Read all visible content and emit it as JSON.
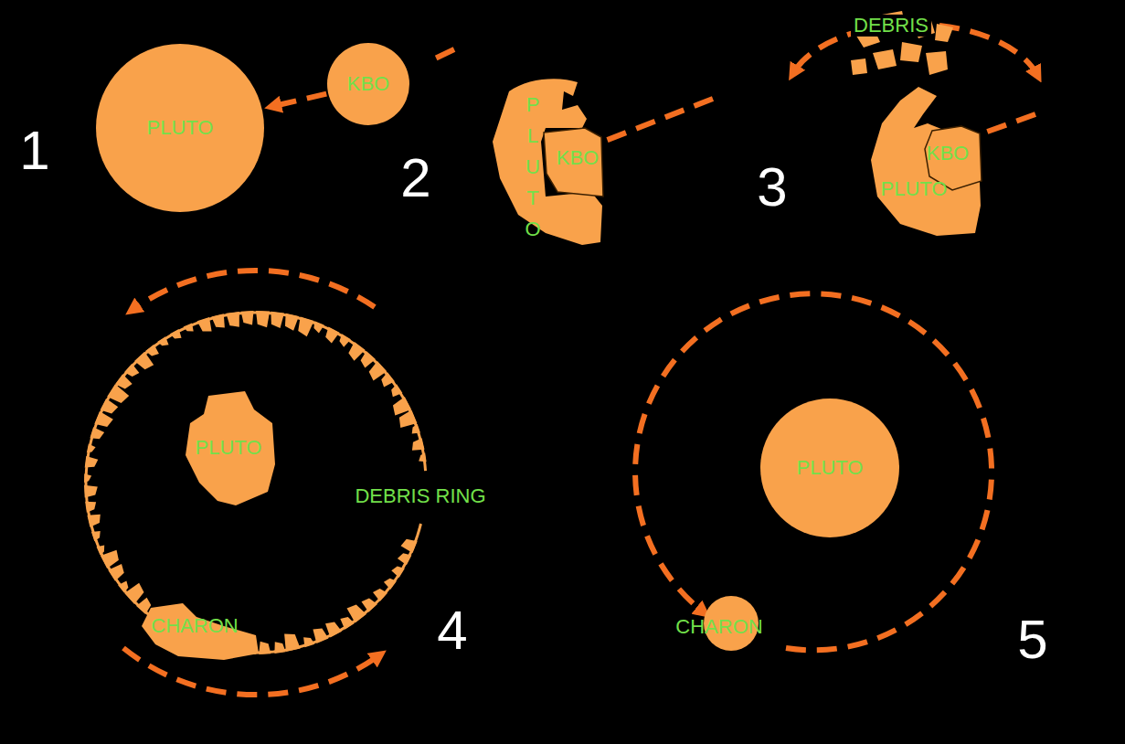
{
  "diagram": {
    "nodes": [
      {
        "text": [
          "PLUTO"
        ]
      },
      {
        "text": [
          "KBO"
        ]
      },
      {
        "text": [
          "PLUTO"
        ]
      },
      {
        "text": [
          "KBO"
        ],
        "in": 2
      },
      {
        "text": [
          "DEBRIS"
        ]
      },
      {
        "text": [
          "PLUTO"
        ]
      },
      {
        "text": [
          "KBO"
        ],
        "in": 5
      },
      {
        "text": [
          "PLUTO"
        ]
      },
      {
        "text": [
          "DEBRIS RING"
        ]
      },
      {
        "text": [
          "CHARON"
        ]
      },
      {
        "text": [
          "PLUTO"
        ]
      },
      {
        "text": [
          "CHARON"
        ]
      }
    ],
    "edges": [
      {
        "from": 1,
        "to": 0,
        "arrow": "to"
      }
    ],
    "labels": [
      "1",
      "2",
      "3",
      "4",
      "5"
    ]
  }
}
